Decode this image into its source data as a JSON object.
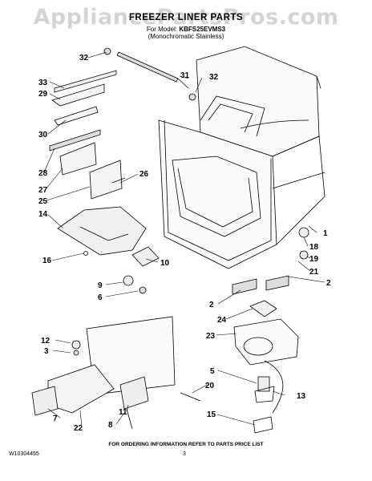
{
  "watermark": "AppliancePartsPros.com",
  "header": {
    "title": "FREEZER LINER PARTS",
    "model_prefix": "For Model:",
    "model_number": "KBFS25EVMS3",
    "subtitle": "(Monochromatic Stainless)"
  },
  "footer": {
    "ordering_info": "FOR ORDERING INFORMATION REFER TO PARTS PRICE LIST",
    "document_number": "W10304455",
    "page_number": "3"
  },
  "callouts": [
    "32",
    "31",
    "32",
    "33",
    "29",
    "30",
    "28",
    "27",
    "26",
    "25",
    "14",
    "16",
    "10",
    "1",
    "18",
    "19",
    "21",
    "2",
    "2",
    "24",
    "23",
    "9",
    "6",
    "12",
    "3",
    "5",
    "13",
    "20",
    "11",
    "8",
    "15",
    "7",
    "22"
  ]
}
